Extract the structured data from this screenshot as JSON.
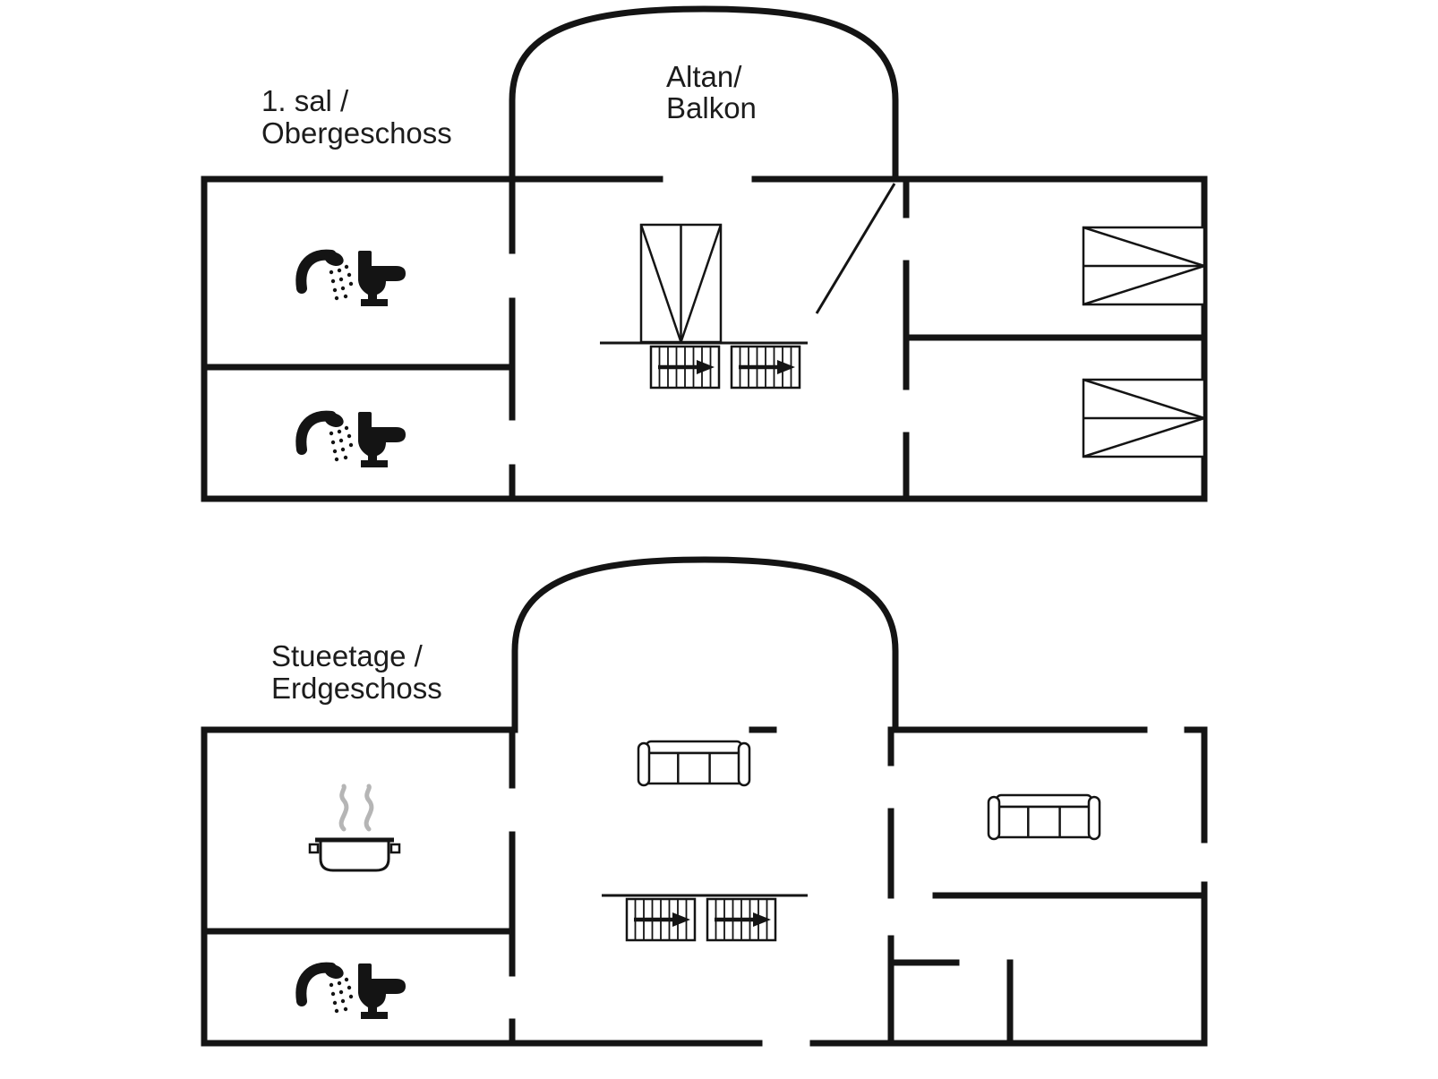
{
  "document": {
    "type": "floor-plan",
    "floors_count": 2
  },
  "colors": {
    "wall": "#141414",
    "background": "#ffffff",
    "steam": "#b5b5b5"
  },
  "icons": {
    "shower": "shower-icon",
    "toilet": "toilet-icon",
    "stairs": "stairs-icon",
    "bed": "bed-icon",
    "wardrobe": "wardrobe-icon",
    "sofa": "sofa-icon",
    "cooking_pot": "cooking-pot-icon",
    "steam": "steam-icon"
  },
  "floors": {
    "upper": {
      "label_line1": "1. sal /",
      "label_line2": "Obergeschoss",
      "balcony_label_line1": "Altan/",
      "balcony_label_line2": "Balkon",
      "rooms": {
        "bathroom_top": [
          "shower",
          "toilet"
        ],
        "bathroom_bottom": [
          "shower",
          "toilet"
        ],
        "landing": [
          "wardrobe",
          "stairs",
          "stairs"
        ],
        "bedroom_top_right": [
          "double-bed"
        ],
        "bedroom_bottom_right": [
          "double-bed"
        ]
      }
    },
    "ground": {
      "label_line1": "Stueetage /",
      "label_line2": "Erdgeschoss",
      "rooms": {
        "kitchen": [
          "cooking-pot"
        ],
        "living_room": [
          "sofa",
          "stairs",
          "stairs"
        ],
        "lounge_right": [
          "sofa"
        ],
        "bathroom": [
          "shower",
          "toilet"
        ],
        "entry_corner_room": []
      }
    }
  }
}
